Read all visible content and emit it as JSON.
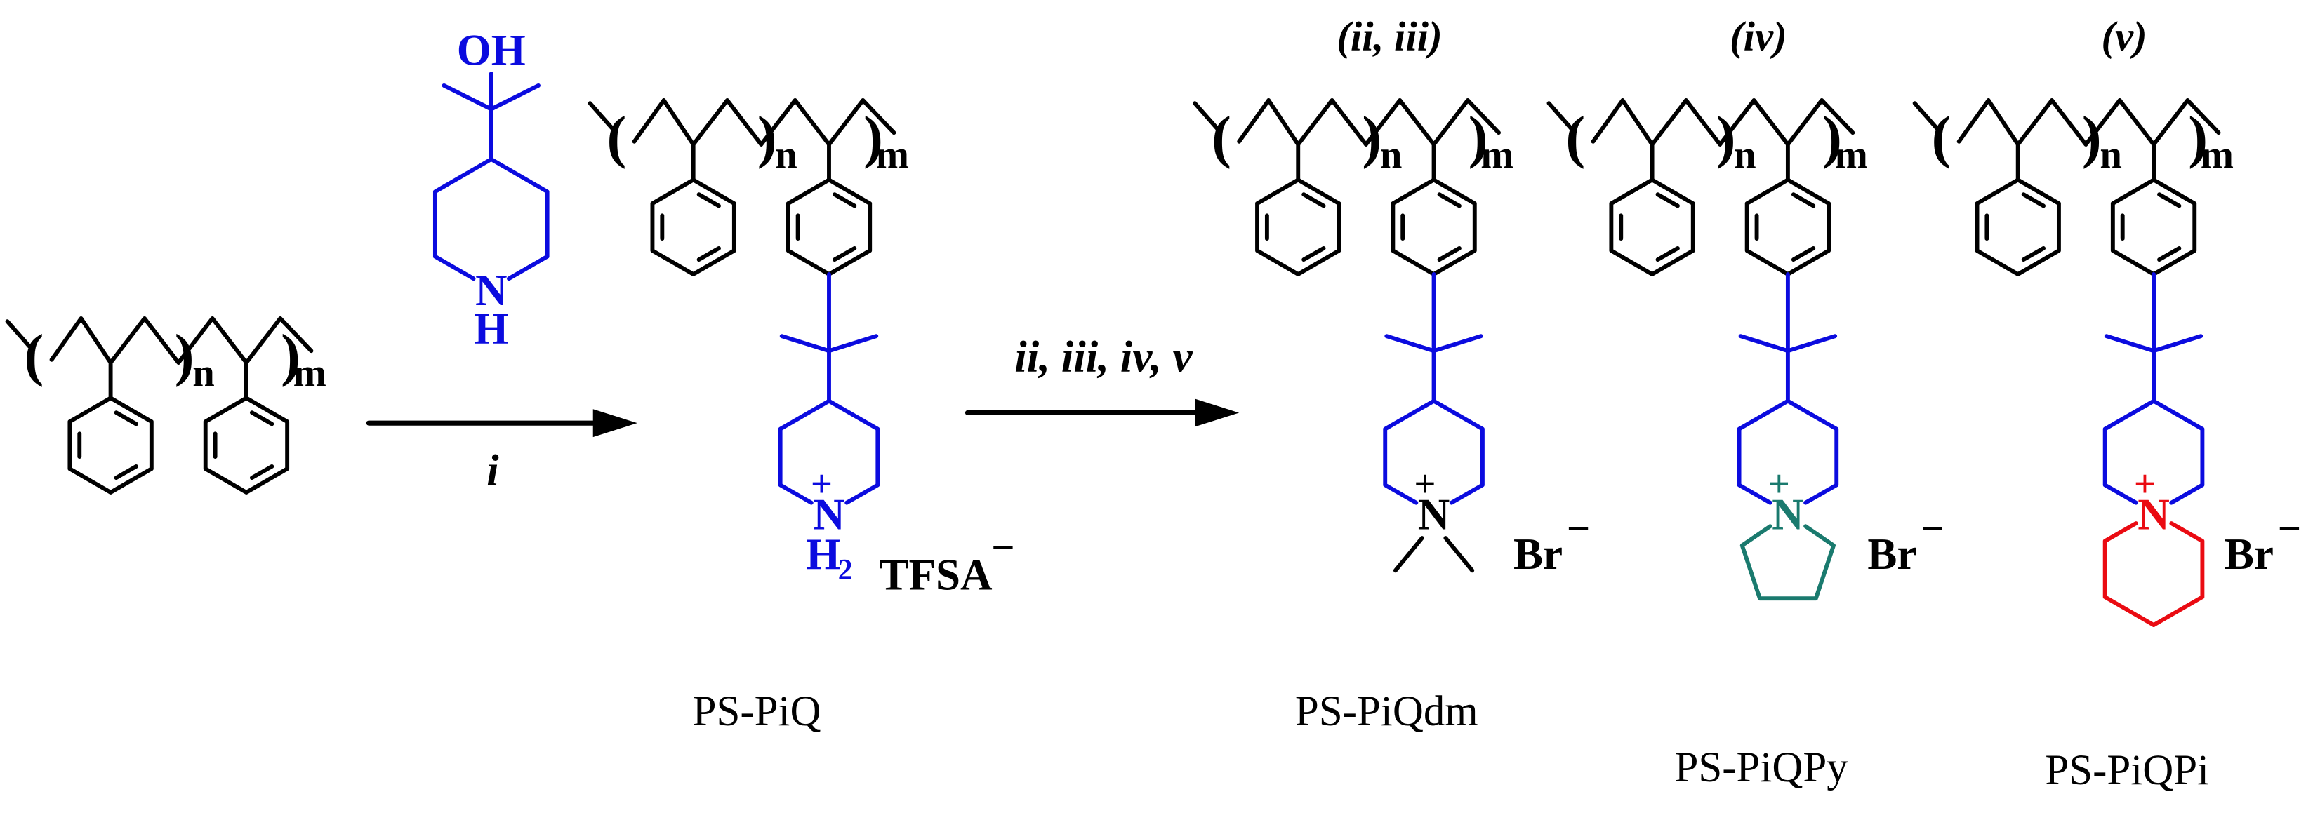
{
  "colors": {
    "black": "#000000",
    "blue": "#0b0bdf",
    "teal": "#1a7a6e",
    "red": "#ea0b12"
  },
  "backbone": {
    "open_paren": "(",
    "close_paren": ")",
    "sub_n": "n",
    "sub_m": "m"
  },
  "reagent": {
    "hydroxyl": "OH",
    "nitrogen": "N",
    "hydrogen": "H"
  },
  "arrow1": {
    "label": "i"
  },
  "arrow2": {
    "label": "ii, iii, iv, v"
  },
  "charges": {
    "plus": "+",
    "minus": "−"
  },
  "ps_piq": {
    "name": "PS-PiQ",
    "counterion": "TFSA",
    "nitrogen": "N",
    "hydrogen": "H",
    "h_sub": "2"
  },
  "ps_piqdm": {
    "name": "PS-PiQdm",
    "step": "(ii, iii)",
    "counterion": "Br",
    "nitrogen": "N"
  },
  "ps_piqpy": {
    "name": "PS-PiQPy",
    "step": "(iv)",
    "counterion": "Br",
    "nitrogen": "N"
  },
  "ps_piqpi": {
    "name": "PS-PiQPi",
    "step": "(v)",
    "counterion": "Br",
    "nitrogen": "N"
  }
}
